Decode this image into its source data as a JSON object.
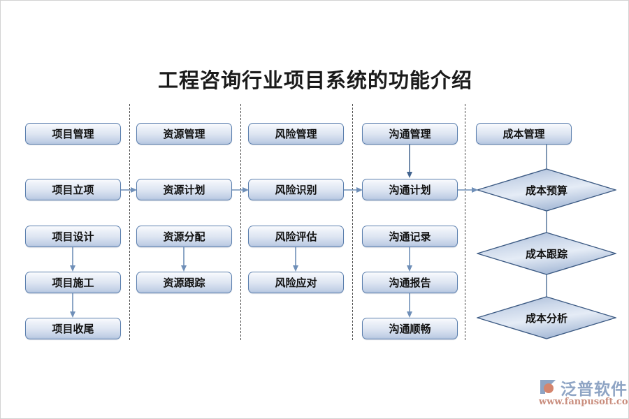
{
  "title": "工程咨询行业项目系统的功能介绍",
  "colors": {
    "node_border": "#5b7fae",
    "node_fill_top": "#fbfcfe",
    "node_fill_bottom": "#b3c4de",
    "connector": "#6f8fb8",
    "divider": "#4a4a4a",
    "text": "#111111",
    "logo_name": "#8ea4c4",
    "logo_url": "#c98d7d",
    "background": "#ffffff"
  },
  "columns": [
    {
      "id": "project-management",
      "header": "项目管理",
      "nodes": [
        "项目立项",
        "项目设计",
        "项目施工",
        "项目收尾"
      ]
    },
    {
      "id": "resource-management",
      "header": "资源管理",
      "nodes": [
        "资源计划",
        "资源分配",
        "资源跟踪"
      ]
    },
    {
      "id": "risk-management",
      "header": "风险管理",
      "nodes": [
        "风险识别",
        "风险评估",
        "风险应对"
      ]
    },
    {
      "id": "communication-management",
      "header": "沟通管理",
      "nodes": [
        "沟通计划",
        "沟通记录",
        "沟通报告",
        "沟通顺畅"
      ]
    },
    {
      "id": "cost-management",
      "header": "成本管理",
      "diamonds": [
        "成本预算",
        "成本跟踪",
        "成本分析"
      ]
    }
  ],
  "logo": {
    "name": "泛普软件",
    "url": "www.fanpusoft.com"
  }
}
